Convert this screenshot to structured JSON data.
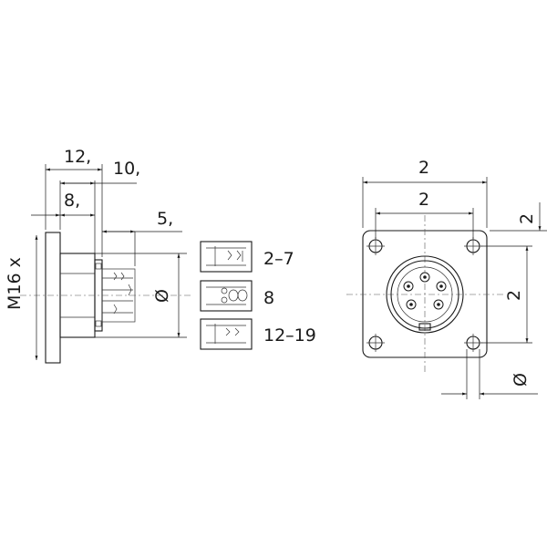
{
  "side_view": {
    "dim_total_length": "12,",
    "dim_inner_length": "10,",
    "dim_flange_depth": "8,",
    "dim_rear_offset": "5,",
    "thread_label": "M16 x",
    "body_diameter_label": "Ø"
  },
  "contact_variants": [
    {
      "label": "2–7"
    },
    {
      "label": "8"
    },
    {
      "label": "12–19"
    }
  ],
  "front_view": {
    "dim_flange_width": "2",
    "dim_hole_spacing_h": "2",
    "dim_flange_height": "2",
    "dim_hole_spacing_v": "2",
    "hole_diameter_label": "Ø"
  }
}
